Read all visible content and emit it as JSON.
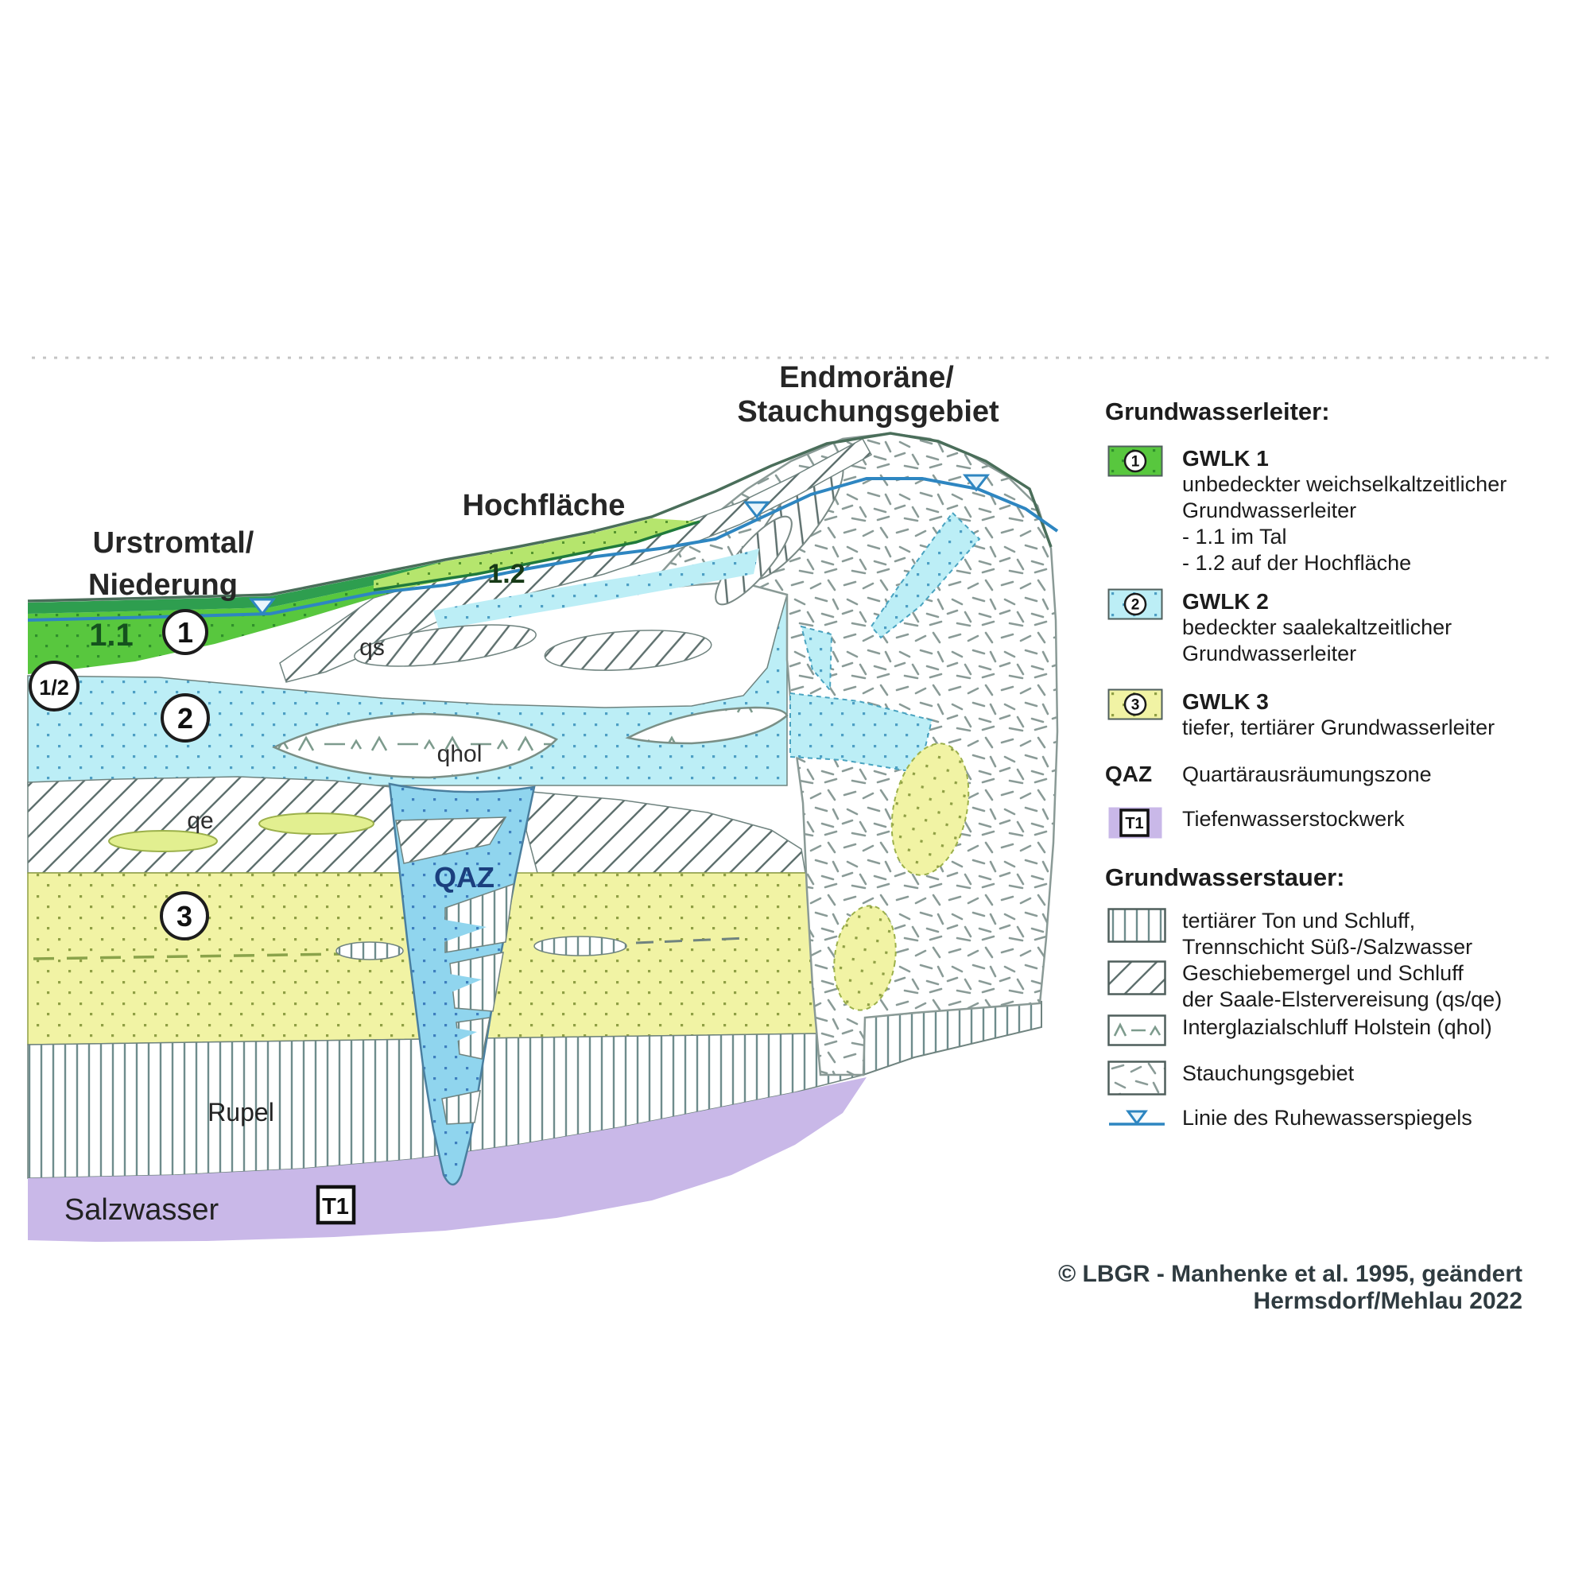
{
  "diagram": {
    "regions": {
      "urstromtal_line1": "Urstromtal/",
      "urstromtal_line2": "Niederung",
      "hochflaeche": "Hochfläche",
      "endmoraene_line1": "Endmoräne/",
      "endmoraene_line2": "Stauchungsgebiet"
    },
    "labels": {
      "gwl11": "1.1",
      "gwl12": "1.2",
      "circle1": "1",
      "circle12": "1/2",
      "circle2": "2",
      "circle3": "3",
      "qs": "qs",
      "qe": "qe",
      "qhol": "qhol",
      "qaz": "QAZ",
      "rupel": "Rupel",
      "salzwasser": "Salzwasser",
      "t1": "T1"
    }
  },
  "legend": {
    "aquifers_heading": "Grundwasserleiter:",
    "aquifers": [
      {
        "symbol": "1",
        "title": "GWLK 1",
        "lines": [
          "unbedeckter weichselkaltzeitlicher",
          "Grundwasserleiter",
          "- 1.1 im Tal",
          "- 1.2 auf der Hochfläche"
        ]
      },
      {
        "symbol": "2",
        "title": "GWLK 2",
        "lines": [
          "bedeckter saalekaltzeitlicher",
          "Grundwasserleiter"
        ]
      },
      {
        "symbol": "3",
        "title": "GWLK 3",
        "lines": [
          "tiefer, tertiärer Grundwasserleiter"
        ]
      },
      {
        "symbol": "QAZ",
        "title": "",
        "lines": [
          "Quartärausräumungszone"
        ]
      },
      {
        "symbol": "T1",
        "title": "",
        "lines": [
          "Tiefenwasserstockwerk"
        ]
      }
    ],
    "aquitards_heading": "Grundwasserstauer:",
    "aquitards": [
      {
        "pattern": "vertical-stripes",
        "lines": [
          "tertiärer Ton und Schluff,",
          "Trennschicht Süß-/Salzwasser"
        ]
      },
      {
        "pattern": "diagonal-hatch",
        "lines": [
          "Geschiebemergel und Schluff",
          "der Saale-Elstervereisung (qs/qe)"
        ]
      },
      {
        "pattern": "caret-dash",
        "lines": [
          "Interglazialschluff Holstein (qhol)"
        ]
      },
      {
        "pattern": "scatter-dash",
        "lines": [
          "Stauchungsgebiet"
        ]
      },
      {
        "pattern": "water-level-line",
        "lines": [
          "Linie des Ruhewasserspiegels"
        ]
      }
    ]
  },
  "credit": "© LBGR - Manhenke et al. 1995, geändert Hermsdorf/Mehlau 2022",
  "colors": {
    "gwlk1_green": "#58c73e",
    "gwlk1_hochflaeche_green": "#b5e56d",
    "gwlk2_cyan": "#bceef6",
    "qaz_blue": "#90d5ee",
    "gwlk3_yellow": "#f1f3a4",
    "tiefenwasser_purple": "#c9b8e8",
    "water_line_blue": "#2e86c1",
    "qaz_label_navy": "#1b3f7e"
  }
}
